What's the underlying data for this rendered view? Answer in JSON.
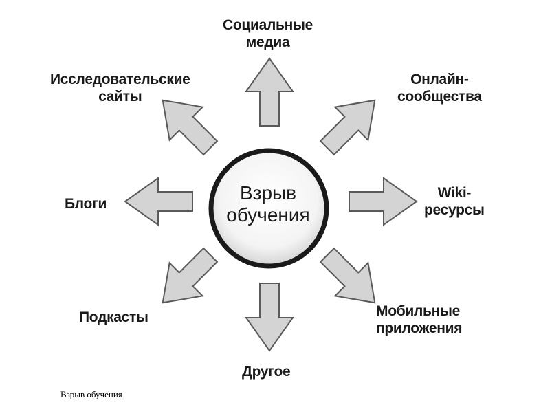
{
  "diagram": {
    "center": {
      "line1": "Взрыв",
      "line2": "обучения"
    },
    "nodes": {
      "social": {
        "line1": "Социальные",
        "line2": "медиа"
      },
      "online": {
        "line1": "Онлайн-",
        "line2": "сообщества"
      },
      "wiki": {
        "line1": "Wiki-",
        "line2": "ресурсы"
      },
      "mobile": {
        "line1": "Мобильные",
        "line2": "приложения"
      },
      "other": {
        "line1": "Другое"
      },
      "podcasts": {
        "line1": "Подкасты"
      },
      "blogs": {
        "line1": "Блоги"
      },
      "research": {
        "line1": "Исследовательские",
        "line2": "сайты"
      }
    },
    "colors": {
      "arrow_fill": "#d4d4d4",
      "arrow_stroke": "#5a5a5a",
      "circle_ring": "#1a1a1a",
      "circle_fill": "#ffffff"
    }
  },
  "caption": "Взрыв обучения"
}
